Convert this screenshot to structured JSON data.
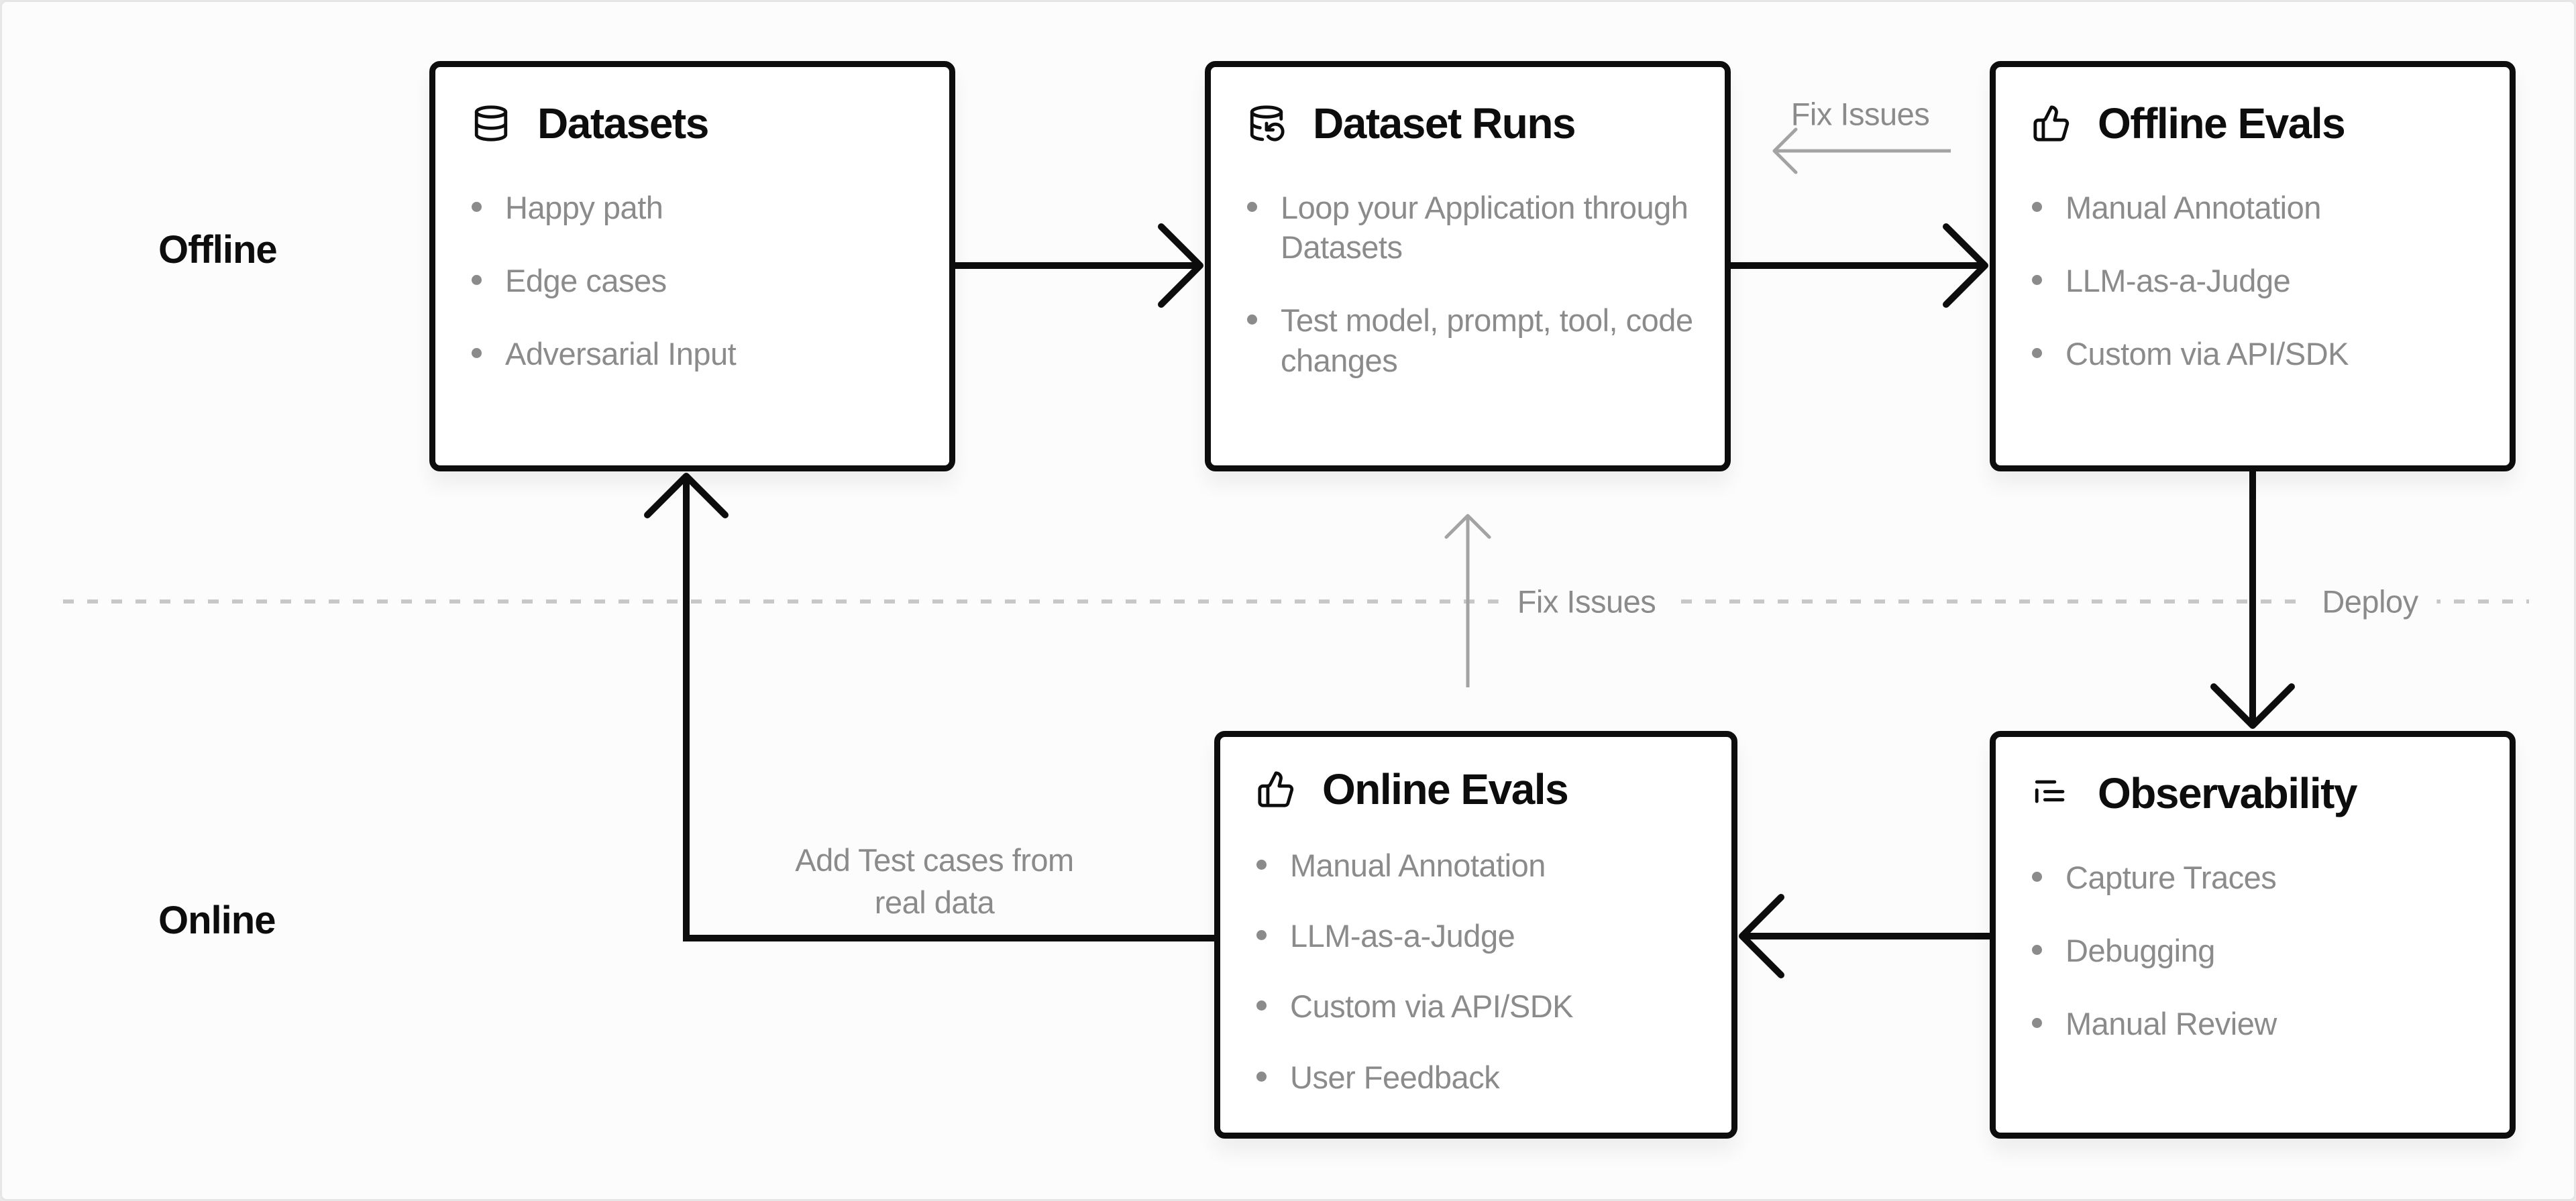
{
  "colors": {
    "page_background": "#fcfcfc",
    "box_background": "#ffffff",
    "box_border": "#0d0d0d",
    "title_text": "#0d0d0d",
    "muted_text": "#8b8b8b",
    "black_arrow": "#0d0d0d",
    "gray_arrow": "#a3a3a3",
    "dashed_divider": "#c7c7c7"
  },
  "sections": {
    "offline_label": "Offline",
    "online_label": "Online"
  },
  "boxes": [
    {
      "id": "datasets",
      "icon": "database-icon",
      "title": "Datasets",
      "items": [
        "Happy path",
        "Edge cases",
        "Adversarial Input"
      ]
    },
    {
      "id": "dataset-runs",
      "icon": "database-backup-icon",
      "title": "Dataset Runs",
      "items": [
        "Loop your Application through Datasets",
        "Test model, prompt, tool, code changes"
      ]
    },
    {
      "id": "offline-evals",
      "icon": "thumbs-up-icon",
      "title": "Offline Evals",
      "items": [
        "Manual Annotation",
        "LLM-as-a-Judge",
        "Custom via API/SDK"
      ]
    },
    {
      "id": "online-evals",
      "icon": "thumbs-up-icon",
      "title": "Online Evals",
      "items": [
        "Manual Annotation",
        "LLM-as-a-Judge",
        "Custom via API/SDK",
        "User Feedback"
      ]
    },
    {
      "id": "observability",
      "icon": "list-tree-icon",
      "title": "Observability",
      "items": [
        "Capture Traces",
        "Debugging",
        "Manual Review"
      ]
    }
  ],
  "edge_labels": {
    "fix_issues_top": "Fix Issues",
    "fix_issues_middle": "Fix Issues",
    "deploy": "Deploy",
    "add_test_cases": "Add Test cases from real data"
  }
}
